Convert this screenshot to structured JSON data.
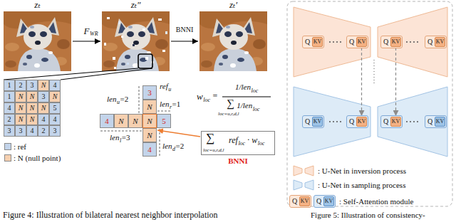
{
  "diagram": {
    "caption": "Figure 4: Illustration of bilateral nearest neighbor interpolation",
    "nodes": [
      {
        "text": [
          "zₜ"
        ]
      },
      {
        "text": [
          "zₜ″"
        ]
      },
      {
        "text": [
          "zₜ′"
        ]
      },
      {
        "text": [
          "1"
        ]
      },
      {
        "text": [
          "2"
        ]
      },
      {
        "text": [
          "3"
        ]
      },
      {
        "text": [
          "N"
        ]
      },
      {
        "text": [
          "4"
        ]
      },
      {
        "text": [
          "1"
        ]
      },
      {
        "text": [
          "N"
        ]
      },
      {
        "text": [
          "N"
        ]
      },
      {
        "text": [
          "3"
        ]
      },
      {
        "text": [
          "N"
        ]
      },
      {
        "text": [
          "4"
        ]
      },
      {
        "text": [
          "N"
        ]
      },
      {
        "text": [
          "N"
        ]
      },
      {
        "text": [
          "N"
        ]
      },
      {
        "text": [
          "5"
        ]
      },
      {
        "text": [
          "2"
        ]
      },
      {
        "text": [
          "N"
        ]
      },
      {
        "text": [
          "N"
        ]
      },
      {
        "text": [
          "4"
        ]
      },
      {
        "text": [
          "4"
        ]
      },
      {
        "text": [
          "3"
        ]
      },
      {
        "text": [
          "3"
        ]
      },
      {
        "text": [
          "4"
        ]
      },
      {
        "text": [
          "2"
        ]
      },
      {
        "text": [
          "3"
        ]
      },
      {
        "text": [
          "3"
        ]
      },
      {
        "text": [
          "N"
        ]
      },
      {
        "text": [
          "4"
        ]
      },
      {
        "text": [
          "N"
        ]
      },
      {
        "text": [
          "N"
        ]
      },
      {
        "text": [
          "N"
        ]
      },
      {
        "text": [
          "5"
        ]
      },
      {
        "text": [
          "N"
        ]
      },
      {
        "text": [
          "4"
        ]
      },
      {
        "text": [
          "∑",
          "loc=u,r,d,l",
          "ref",
          "loc",
          "·",
          "w",
          "loc",
          "BNNI"
        ]
      },
      {
        "text": [
          "Q"
        ]
      },
      {
        "text": [
          "KV"
        ],
        "in": 38
      },
      {
        "text": [
          "Q"
        ]
      },
      {
        "text": [
          "KV"
        ],
        "in": 40
      },
      {
        "text": [
          "Q"
        ]
      },
      {
        "text": [
          "KV"
        ],
        "in": 42
      },
      {
        "text": [
          "Q"
        ]
      },
      {
        "text": [
          "KV"
        ],
        "in": 44
      },
      {
        "text": [
          "Q"
        ]
      },
      {
        "text": [
          "KV"
        ],
        "in": 46
      },
      {
        "text": [
          "Q"
        ]
      },
      {
        "text": [
          "KV"
        ],
        "in": 48
      },
      {
        "text": [
          "Q"
        ]
      },
      {
        "text": [
          "KV"
        ],
        "in": 50
      },
      {
        "text": [
          "Q"
        ]
      },
      {
        "text": [
          "KV"
        ],
        "in": 52
      },
      {
        "text": [
          "Q"
        ]
      },
      {
        "text": [
          "KV"
        ],
        "in": 54
      },
      {
        "text": [
          "Q"
        ]
      },
      {
        "text": [
          "KV"
        ],
        "in": 56
      }
    ],
    "edges": [
      {
        "from": 0,
        "to": 1,
        "label": "F",
        "arrow": "to"
      },
      {
        "from": 1,
        "to": 2,
        "label": "BNNI",
        "arrow": "to"
      },
      {
        "from": 37,
        "to": 33,
        "arrow": "to"
      },
      {
        "from": 41,
        "to": 49,
        "arrow": "to"
      },
      {
        "from": 43,
        "to": 51,
        "arrow": "to"
      }
    ],
    "labels": [
      "WR",
      "w",
      "loc",
      "=",
      "1/len",
      "loc",
      "∑",
      "loc=u,r,d,l",
      "1/len",
      "loc",
      "ref",
      "u",
      "len",
      "u",
      "=2",
      "len",
      "r",
      "=1",
      "len",
      "l",
      "=3",
      "len",
      "d",
      "=2",
      "Figure 5: Illustration of consistency-"
    ],
    "legend": [
      {
        "text": ": ref",
        "color": "#c3d4ea"
      },
      {
        "text": ": N (null point)",
        "color": "#f6d0b0"
      },
      {
        "text": ": U-Net in inversion process"
      },
      {
        "text": ": U-Net in sampling process"
      },
      {
        "text": ": Self-Attention module"
      }
    ]
  }
}
